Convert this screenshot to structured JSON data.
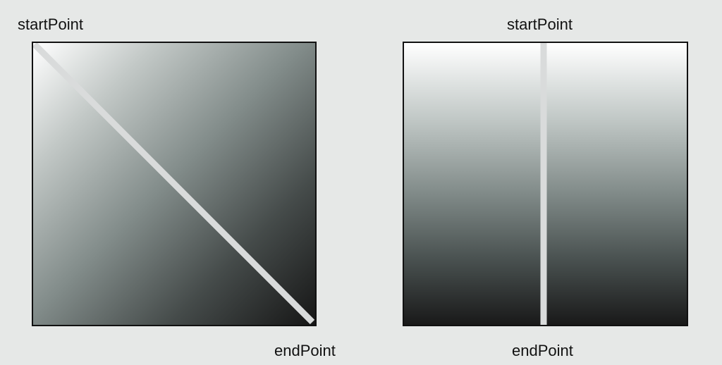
{
  "diagrams": [
    {
      "gradient_direction": "diagonal",
      "start_label": "startPoint",
      "end_label": "endPoint",
      "gradient_colors": [
        "#ffffff",
        "#161616"
      ],
      "indicator_color": "#d9dbdb"
    },
    {
      "gradient_direction": "vertical",
      "start_label": "startPoint",
      "end_label": "endPoint",
      "gradient_colors": [
        "#ffffff",
        "#191919"
      ],
      "indicator_color": "#d9dbdb"
    }
  ]
}
